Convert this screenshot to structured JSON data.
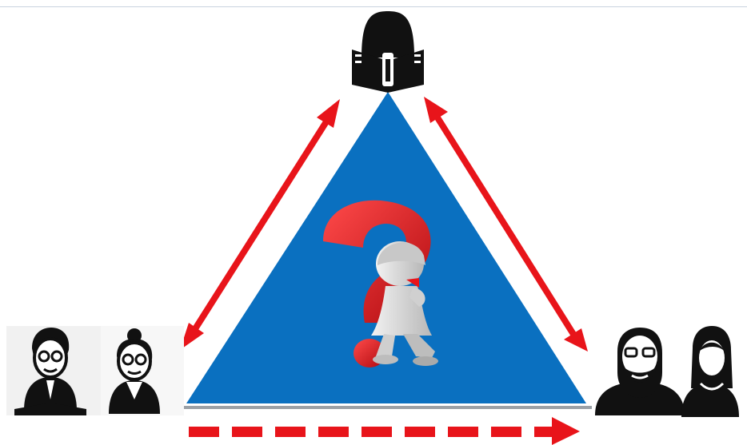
{
  "colors": {
    "triangle": "#0a70c0",
    "arrow": "#e8141a",
    "question_mark": "#e8141a",
    "figure": "#d8d8d8",
    "icons": "#111111",
    "base_line": "#9aa0a6"
  },
  "nodes": {
    "top": {
      "icon": "reader-with-book-icon"
    },
    "left": {
      "icons": [
        "teacher-male-icon",
        "teacher-female-icon"
      ]
    },
    "right": {
      "icons": [
        "bearded-man-icon",
        "woman-icon"
      ]
    }
  },
  "center": {
    "icons": [
      "question-mark-icon",
      "thinking-girl-figure"
    ]
  },
  "connections": [
    {
      "from": "left",
      "to": "top",
      "style": "solid",
      "direction": "both"
    },
    {
      "from": "top",
      "to": "right",
      "style": "solid",
      "direction": "both"
    },
    {
      "from": "left",
      "to": "right",
      "style": "dashed",
      "direction": "forward"
    }
  ]
}
